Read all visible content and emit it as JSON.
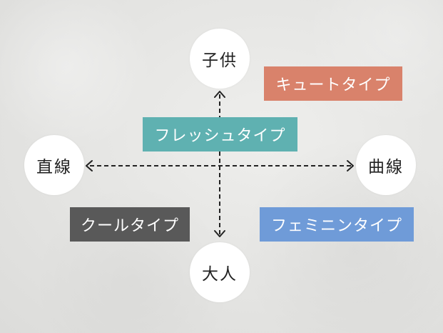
{
  "nodes": {
    "top": "子供",
    "bottom": "大人",
    "left": "直線",
    "right": "曲線"
  },
  "types": [
    {
      "id": "cute",
      "label": "キュートタイプ",
      "color": "#d9826b"
    },
    {
      "id": "fresh",
      "label": "フレッシュタイプ",
      "color": "#5fb1b1"
    },
    {
      "id": "cool",
      "label": "クールタイプ",
      "color": "#595959"
    },
    {
      "id": "feminine",
      "label": "フェミニンタイプ",
      "color": "#6f9bd8"
    }
  ],
  "colors": {
    "axis": "#222222",
    "node_fill": "#ffffff"
  }
}
